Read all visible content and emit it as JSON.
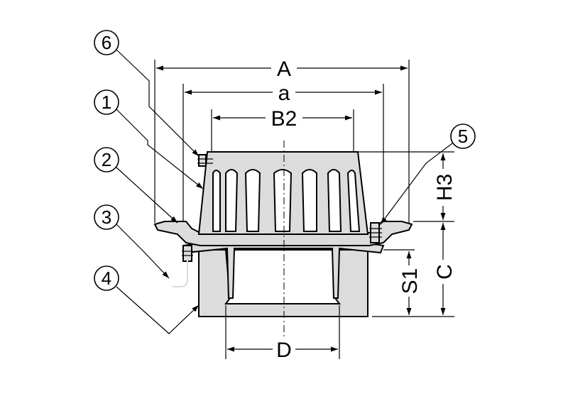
{
  "dimensions": {
    "A": "A",
    "a": "a",
    "B2": "B2",
    "H3": "H3",
    "C": "C",
    "S1": "S1",
    "D": "D"
  },
  "callouts": {
    "c1": "1",
    "c2": "2",
    "c3": "3",
    "c4": "4",
    "c5": "5",
    "c6": "6"
  },
  "colors": {
    "line": "#000000",
    "part_fill": "#dcdcdc",
    "background": "#ffffff"
  }
}
